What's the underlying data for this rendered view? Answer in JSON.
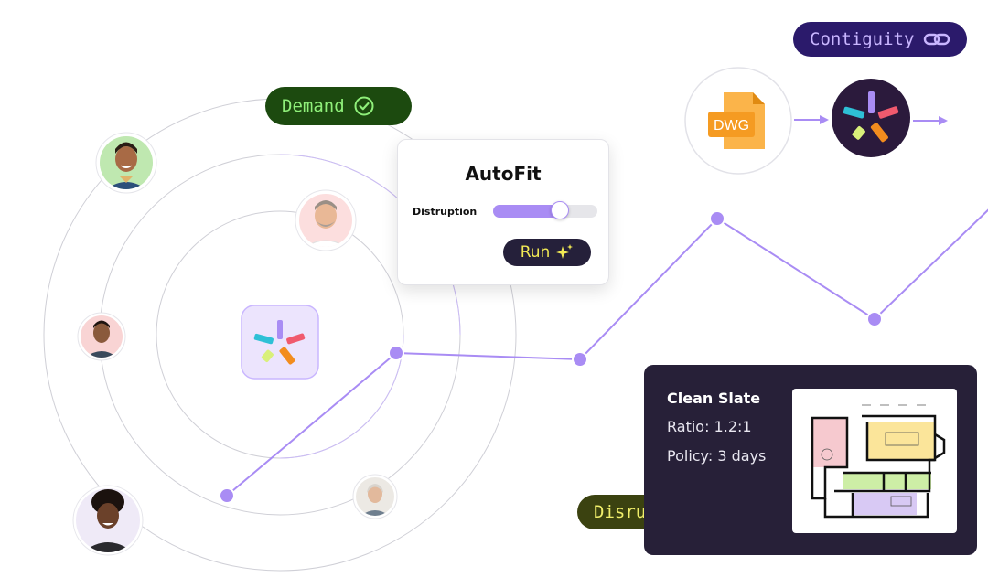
{
  "pills": {
    "demand": "Demand",
    "contiguity": "Contiguity",
    "disruption": "Disruption"
  },
  "autofit": {
    "title": "AutoFit",
    "slider_label": "Distruption",
    "slider_value": 0.64,
    "run_label": "Run"
  },
  "clean_slate": {
    "title": "Clean Slate",
    "ratio": "Ratio: 1.2:1",
    "policy": "Policy: 3 days"
  },
  "file": {
    "badge": "DWG"
  },
  "colors": {
    "accent_purple": "#a98cf4",
    "demand_bg": "#1c4a0f",
    "demand_fg": "#8ff07a",
    "contiguity_bg": "#2b1a6b",
    "contiguity_fg": "#c9b6ff",
    "disruption_bg": "#3b4210",
    "disruption_fg": "#f0ee6a",
    "dark_card": "#272038",
    "dwg_orange": "#f59b22"
  },
  "icons": {
    "demand": "check-circle-icon",
    "contiguity": "link-icon",
    "disruption": "lightning-icon",
    "run": "sparkle-icon",
    "file": "dwg-file-icon",
    "hub": "asterisk-logo-icon",
    "logo": "asterisk-logo-icon"
  }
}
